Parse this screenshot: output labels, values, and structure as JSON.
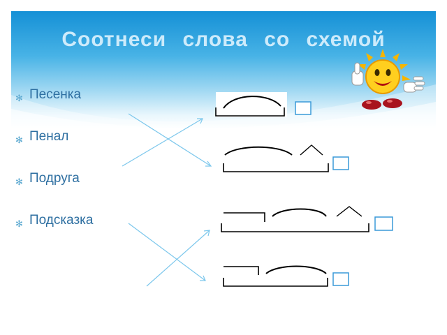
{
  "slide": {
    "title": "Соотнеси  слова  со  схемой"
  },
  "words": [
    {
      "text": "Песенка"
    },
    {
      "text": "Пенал"
    },
    {
      "text": "Подруга"
    },
    {
      "text": "Подсказка"
    }
  ],
  "icons": {
    "bullet": "star-bullet-icon",
    "mascot": "smiling-sun-thumbs-up-icon"
  },
  "colors": {
    "title": "#cdebfb",
    "word_text": "#2e6fa1",
    "arrow_line": "#7cc7ec",
    "answer_box": "#3a9ad9"
  },
  "matches": [
    {
      "word": "Песенка",
      "scheme": 2
    },
    {
      "word": "Пенал",
      "scheme": 1
    },
    {
      "word": "Подруга",
      "scheme": 4
    },
    {
      "word": "Подсказка",
      "scheme": 3
    }
  ]
}
